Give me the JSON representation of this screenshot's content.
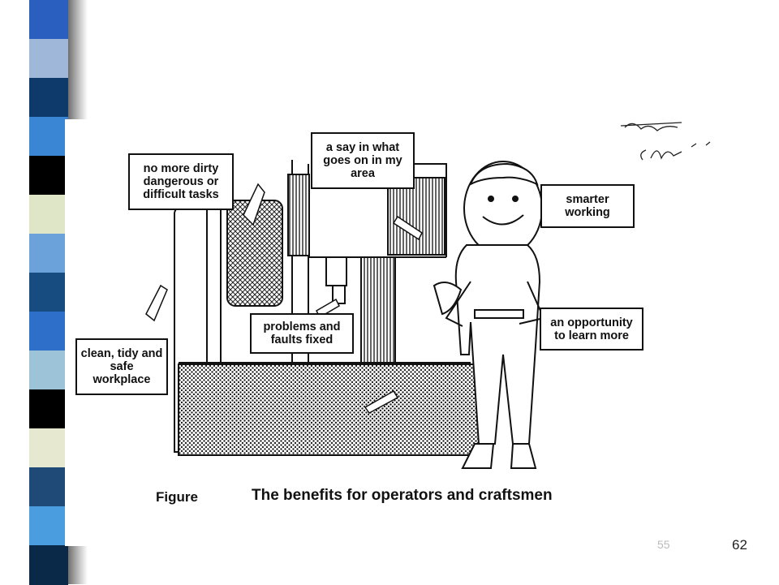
{
  "labels": {
    "dirty_tasks": "no more dirty dangerous or difficult tasks",
    "say": "a say in what goes on in my area",
    "smarter": "smarter working",
    "opportunity": "an opportunity to learn more",
    "problems": "problems and faults fixed",
    "clean": "clean, tidy and safe workplace"
  },
  "caption": {
    "prefix": "Figure",
    "text": "The benefits for operators and craftsmen"
  },
  "page_number": "62",
  "faint_number": "55",
  "colors": {
    "stripe": [
      "#2a5fbf",
      "#9fb7d8",
      "#0d3a6a",
      "#3a86d4",
      "#000000",
      "#dfe6c8",
      "#6aa2d9",
      "#174c80",
      "#2d6fc9",
      "#9cc3d8",
      "#000000",
      "#e6e8cf",
      "#1f4a78",
      "#4a9ee0",
      "#0a2848"
    ]
  }
}
